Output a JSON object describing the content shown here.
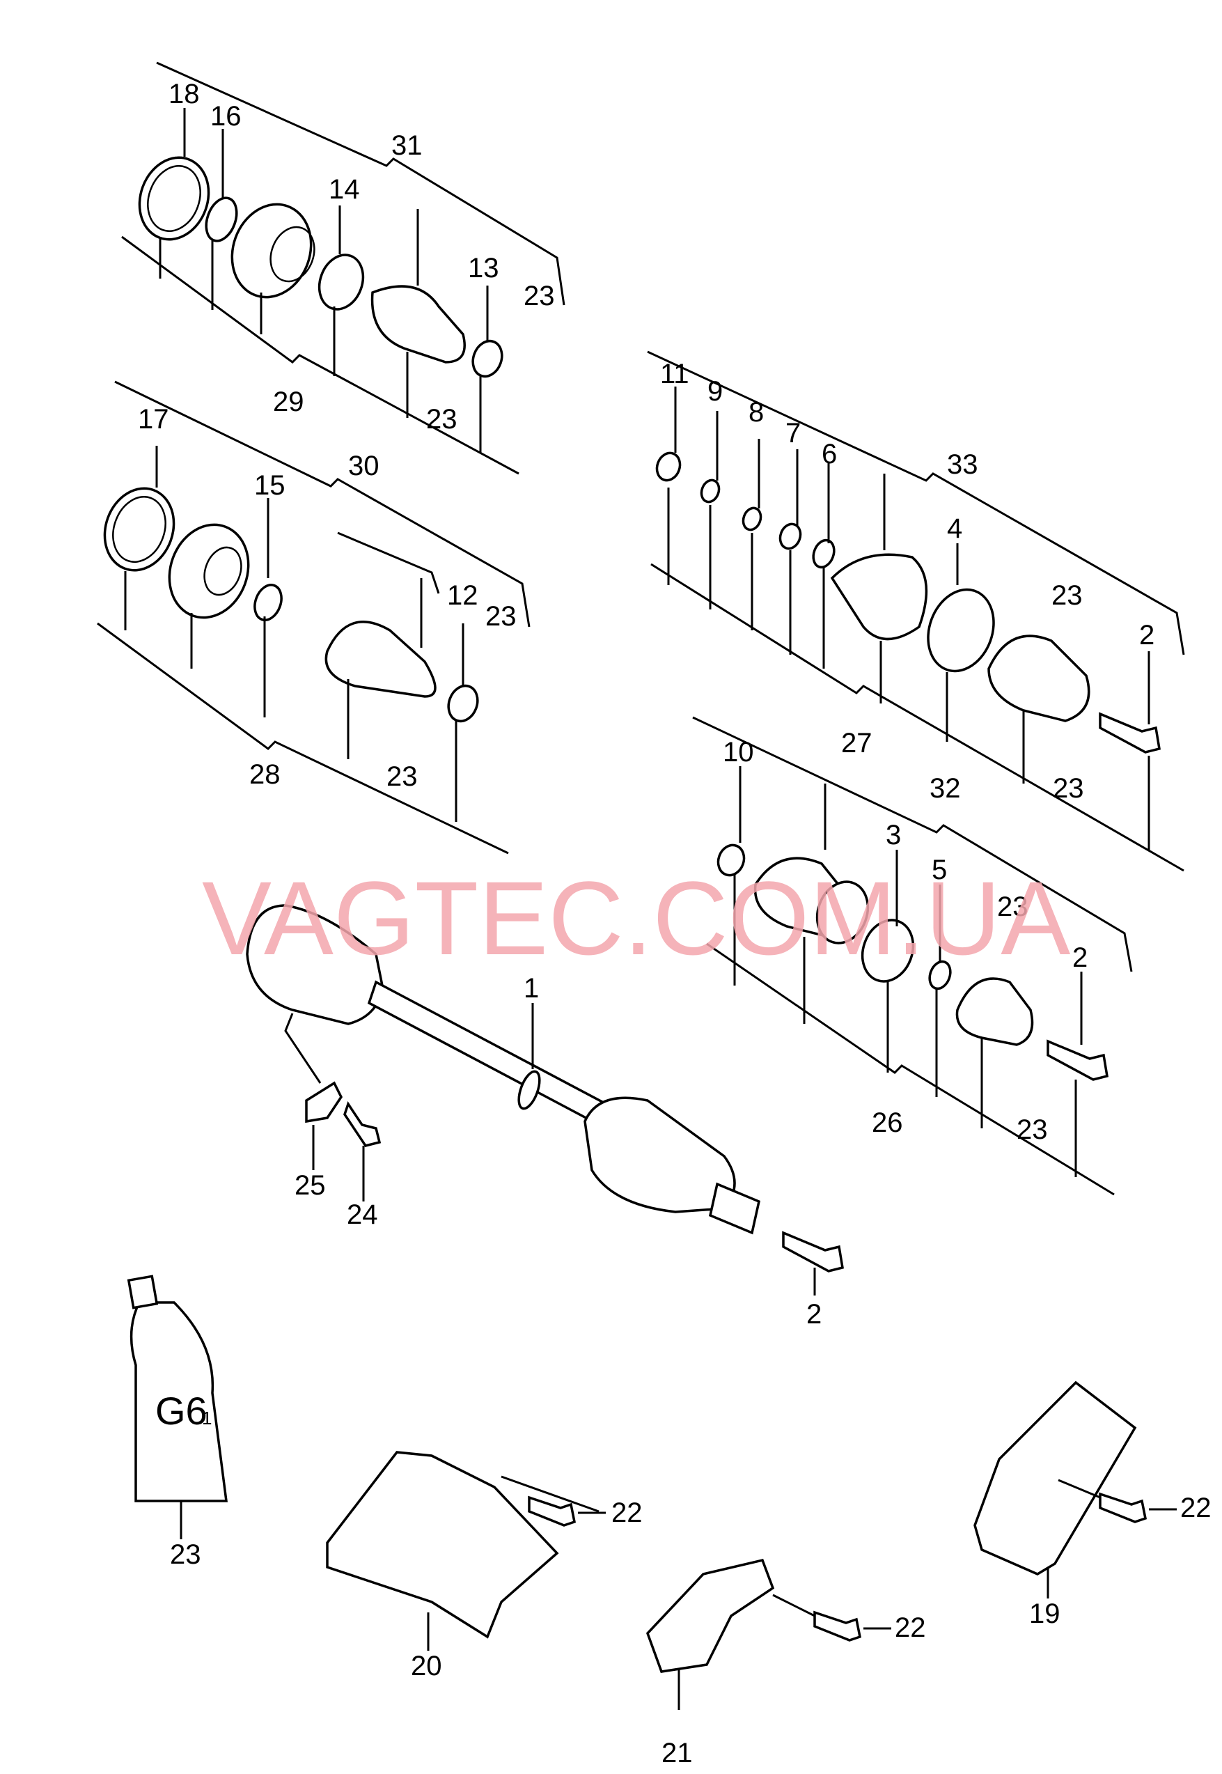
{
  "watermark": "VAGTEC.COM.UA",
  "tube_label": "G6",
  "tube_sublabel": "1",
  "callouts": {
    "c18": "18",
    "c16": "16",
    "c31": "31",
    "c14": "14",
    "c13": "13",
    "c23a": "23",
    "c29": "29",
    "c23b": "23",
    "c17": "17",
    "c15": "15",
    "c30": "30",
    "c12": "12",
    "c23c": "23",
    "c28": "28",
    "c23d": "23",
    "c11": "11",
    "c9": "9",
    "c8": "8",
    "c7": "7",
    "c6": "6",
    "c33": "33",
    "c4": "4",
    "c23e": "23",
    "c2a": "2",
    "c27": "27",
    "c23f": "23",
    "c10": "10",
    "c32": "32",
    "c3": "3",
    "c5": "5",
    "c23g": "23",
    "c2b": "2",
    "c26": "26",
    "c23h": "23",
    "c1": "1",
    "c25": "25",
    "c24": "24",
    "c2c": "2",
    "c23i": "23",
    "c22a": "22",
    "c20": "20",
    "c21": "21",
    "c22b": "22",
    "c19": "19",
    "c22c": "22"
  }
}
